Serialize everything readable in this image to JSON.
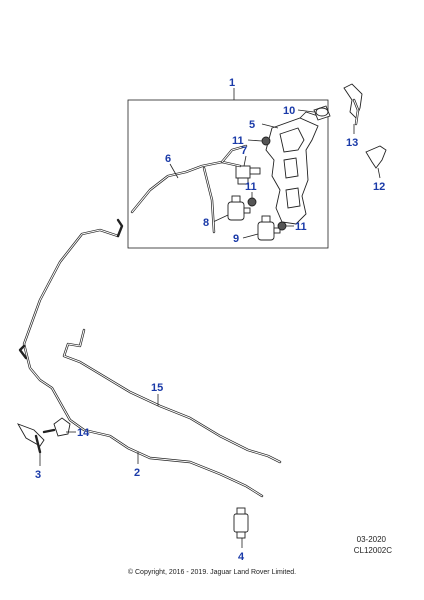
{
  "diagram": {
    "callouts": [
      {
        "id": "1",
        "label": "1"
      },
      {
        "id": "2",
        "label": "2"
      },
      {
        "id": "3",
        "label": "3"
      },
      {
        "id": "4",
        "label": "4"
      },
      {
        "id": "5",
        "label": "5"
      },
      {
        "id": "6",
        "label": "6"
      },
      {
        "id": "7",
        "label": "7"
      },
      {
        "id": "8",
        "label": "8"
      },
      {
        "id": "9",
        "label": "9"
      },
      {
        "id": "10",
        "label": "10"
      },
      {
        "id": "11a",
        "label": "11"
      },
      {
        "id": "11b",
        "label": "11"
      },
      {
        "id": "11c",
        "label": "11"
      },
      {
        "id": "12",
        "label": "12"
      },
      {
        "id": "13",
        "label": "13"
      },
      {
        "id": "14",
        "label": "14"
      },
      {
        "id": "15",
        "label": "15"
      }
    ],
    "callout_color": "#1a3aa8"
  },
  "footer": {
    "date_code": "03-2020",
    "reference_code": "CL12002C",
    "copyright": "© Copyright, 2016 - 2019. Jaguar Land Rover Limited."
  }
}
